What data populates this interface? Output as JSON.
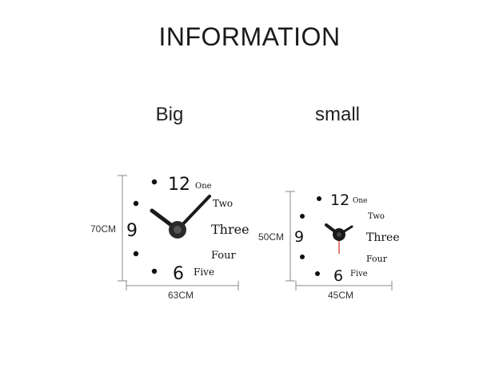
{
  "title": "INFORMATION",
  "big": {
    "label": "Big",
    "height": "70CM",
    "width": "63CM",
    "numerals": [
      "12",
      "9",
      "6"
    ],
    "words": [
      "One",
      "Two",
      "Three",
      "Four",
      "Five"
    ]
  },
  "small": {
    "label": "small",
    "height": "50CM",
    "width": "45CM",
    "numerals": [
      "12",
      "9",
      "6"
    ],
    "words": [
      "One",
      "Two",
      "Three",
      "Four",
      "Five"
    ]
  },
  "colors": {
    "hands": "#1a1a1a",
    "second_hand": "#d9534f",
    "dim_line": "#888888"
  }
}
